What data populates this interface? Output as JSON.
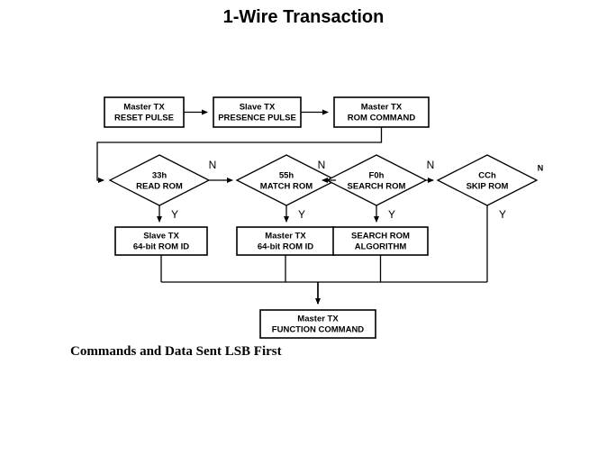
{
  "title": "1-Wire Transaction",
  "caption": "Commands and Data Sent LSB First",
  "flow": {
    "top_row": [
      {
        "line1": "Master TX",
        "line2": "RESET PULSE"
      },
      {
        "line1": "Slave TX",
        "line2": "PRESENCE PULSE"
      },
      {
        "line1": "Master TX",
        "line2": "ROM COMMAND"
      }
    ],
    "decisions": [
      {
        "line1": "33h",
        "line2": "READ ROM",
        "yes_label": "Y",
        "no_label": "N"
      },
      {
        "line1": "55h",
        "line2": "MATCH ROM",
        "yes_label": "Y",
        "no_label": "N"
      },
      {
        "line1": "F0h",
        "line2": "SEARCH ROM",
        "yes_label": "Y",
        "no_label": "N"
      },
      {
        "line1": "CCh",
        "line2": "SKIP ROM",
        "yes_label": "Y",
        "no_label": "N"
      }
    ],
    "results": [
      {
        "line1": "Slave TX",
        "line2": "64-bit ROM ID"
      },
      {
        "line1": "Master TX",
        "line2": "64-bit ROM ID"
      },
      {
        "line1": "SEARCH ROM",
        "line2": "ALGORITHM"
      }
    ],
    "terminal": {
      "line1": "Master TX",
      "line2": "FUNCTION COMMAND"
    }
  },
  "colors": {
    "background": "#ffffff",
    "stroke": "#000000",
    "text": "#000000"
  }
}
